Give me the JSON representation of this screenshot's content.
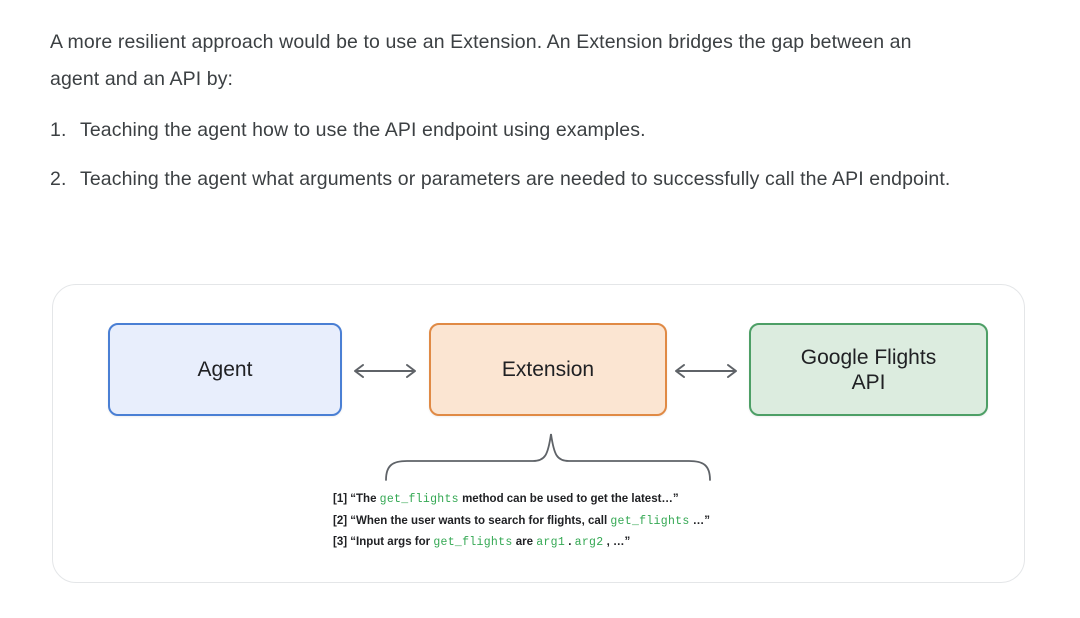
{
  "document": {
    "intro_paragraph": "A more resilient approach would be to use an Extension. An Extension bridges the gap between an agent and an API by:",
    "list": [
      {
        "marker": "1.",
        "text": "Teaching the agent how to use the API endpoint using examples."
      },
      {
        "marker": "2.",
        "text": "Teaching the agent what arguments or parameters are needed to successfully call the API endpoint."
      }
    ]
  },
  "diagram": {
    "nodes": [
      {
        "id": "agent",
        "label": "Agent",
        "fill": "#e8eefc",
        "border": "#4a7fd4"
      },
      {
        "id": "extension",
        "label": "Extension",
        "fill": "#fbe5d2",
        "border": "#e08a45"
      },
      {
        "id": "api",
        "label": "Google Flights API",
        "label_line1": "Google Flights",
        "label_line2": "API",
        "fill": "#dcecdf",
        "border": "#4d9f66"
      }
    ],
    "connectors": [
      {
        "id": "agent-extension",
        "type": "double-arrow",
        "color": "#5f6368"
      },
      {
        "id": "extension-api",
        "type": "double-arrow",
        "color": "#5f6368"
      },
      {
        "id": "extension-brace",
        "type": "curly-brace",
        "color": "#5f6368"
      }
    ],
    "annotations": {
      "code_color": "#34a853",
      "lines": [
        {
          "marker": "[1]",
          "parts": [
            {
              "text": "“The ",
              "style": "plain"
            },
            {
              "text": "get_flights",
              "style": "code"
            },
            {
              "text": " method can be used to get the latest…”",
              "style": "plain"
            }
          ]
        },
        {
          "marker": "[2]",
          "parts": [
            {
              "text": "“When the user wants to search for flights, call ",
              "style": "plain"
            },
            {
              "text": "get_flights",
              "style": "code"
            },
            {
              "text": " …”",
              "style": "plain"
            }
          ]
        },
        {
          "marker": "[3]",
          "parts": [
            {
              "text": "“Input args for ",
              "style": "plain"
            },
            {
              "text": "get_flights",
              "style": "code"
            },
            {
              "text": " are ",
              "style": "plain"
            },
            {
              "text": "arg1",
              "style": "code"
            },
            {
              "text": " . ",
              "style": "plain"
            },
            {
              "text": "arg2",
              "style": "code"
            },
            {
              "text": " , …”",
              "style": "plain"
            }
          ]
        }
      ]
    }
  }
}
